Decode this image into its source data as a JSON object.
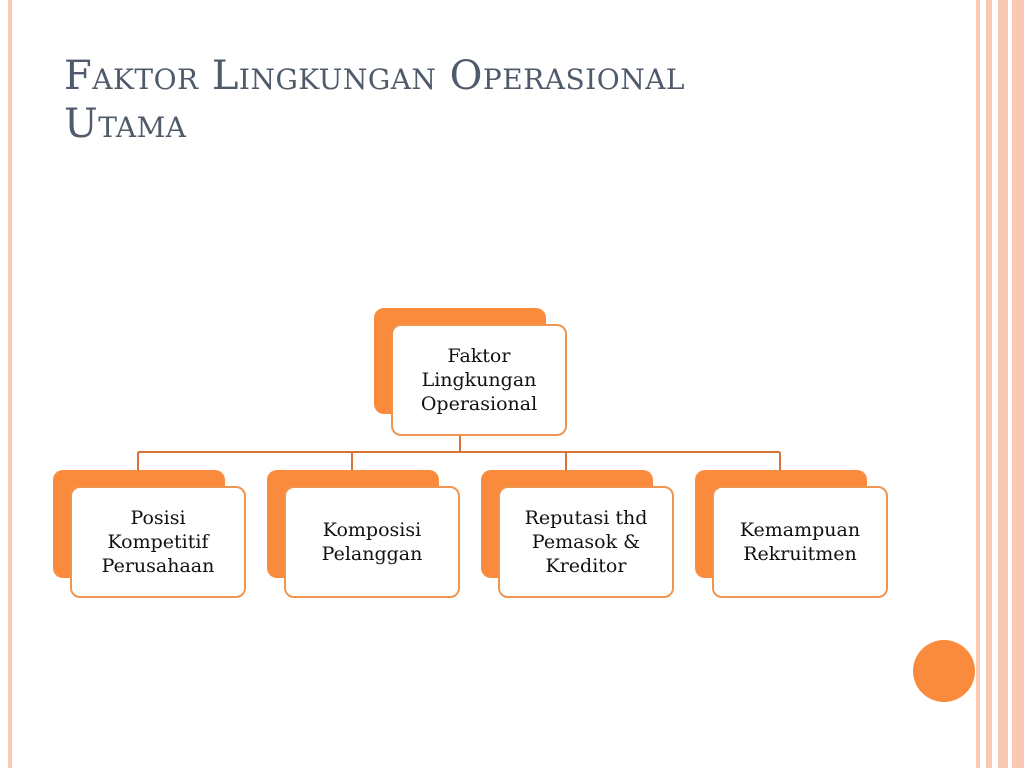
{
  "slide": {
    "title_line1": "Faktor Lingkungan Operasional",
    "title_line2": "Utama"
  },
  "diagram": {
    "root": {
      "label": "Faktor\nLingkungan\nOperasional"
    },
    "children": [
      {
        "label": "Posisi\nKompetitif\nPerusahaan"
      },
      {
        "label": "Komposisi\nPelanggan"
      },
      {
        "label": "Reputasi thd\nPemasok &\nKreditor"
      },
      {
        "label": "Kemampuan\nRekruitmen"
      }
    ]
  },
  "colors": {
    "accent": "#fb8b3c",
    "border": "#f0954f",
    "connector": "#d9733a",
    "stripe": "#f9c9b3",
    "title": "#4f5a6b"
  }
}
